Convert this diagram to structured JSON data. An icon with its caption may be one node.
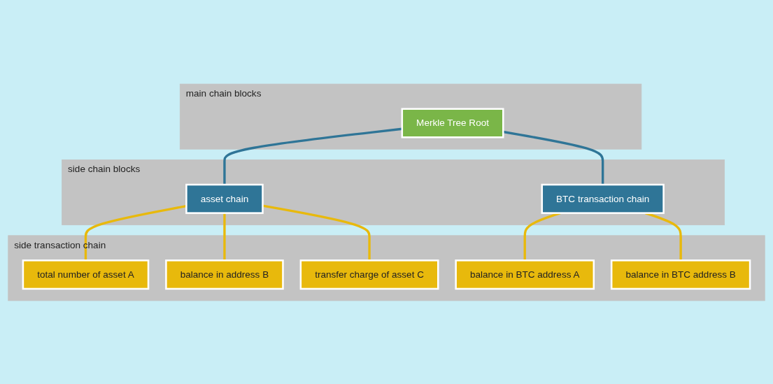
{
  "diagram": {
    "nodes": [
      {
        "text": [
          "main chain blocks"
        ]
      },
      {
        "text": [
          "Merkle Tree Root"
        ],
        "in": 0
      },
      {
        "text": [
          "side chain blocks"
        ]
      },
      {
        "text": [
          "asset chain"
        ],
        "in": 2
      },
      {
        "text": [
          "BTC transaction chain"
        ],
        "in": 2
      },
      {
        "text": [
          "side transaction chain"
        ]
      },
      {
        "text": [
          "total number of asset A"
        ],
        "in": 5
      },
      {
        "text": [
          "balance in address B"
        ],
        "in": 5
      },
      {
        "text": [
          "transfer charge of asset C"
        ],
        "in": 5
      },
      {
        "text": [
          "balance in BTC address A"
        ],
        "in": 5
      },
      {
        "text": [
          "balance in BTC address B"
        ],
        "in": 5
      }
    ],
    "edges": [
      {
        "from": 1,
        "to": 3,
        "arrow": "none",
        "color": "#2f7597"
      },
      {
        "from": 1,
        "to": 4,
        "arrow": "none",
        "color": "#2f7597"
      },
      {
        "from": 3,
        "to": 6,
        "arrow": "none"
      },
      {
        "from": 3,
        "to": 7,
        "arrow": "none"
      },
      {
        "from": 3,
        "to": 8,
        "arrow": "none"
      },
      {
        "from": 4,
        "to": 9,
        "arrow": "none"
      },
      {
        "from": 4,
        "to": 10,
        "arrow": "none"
      }
    ]
  }
}
